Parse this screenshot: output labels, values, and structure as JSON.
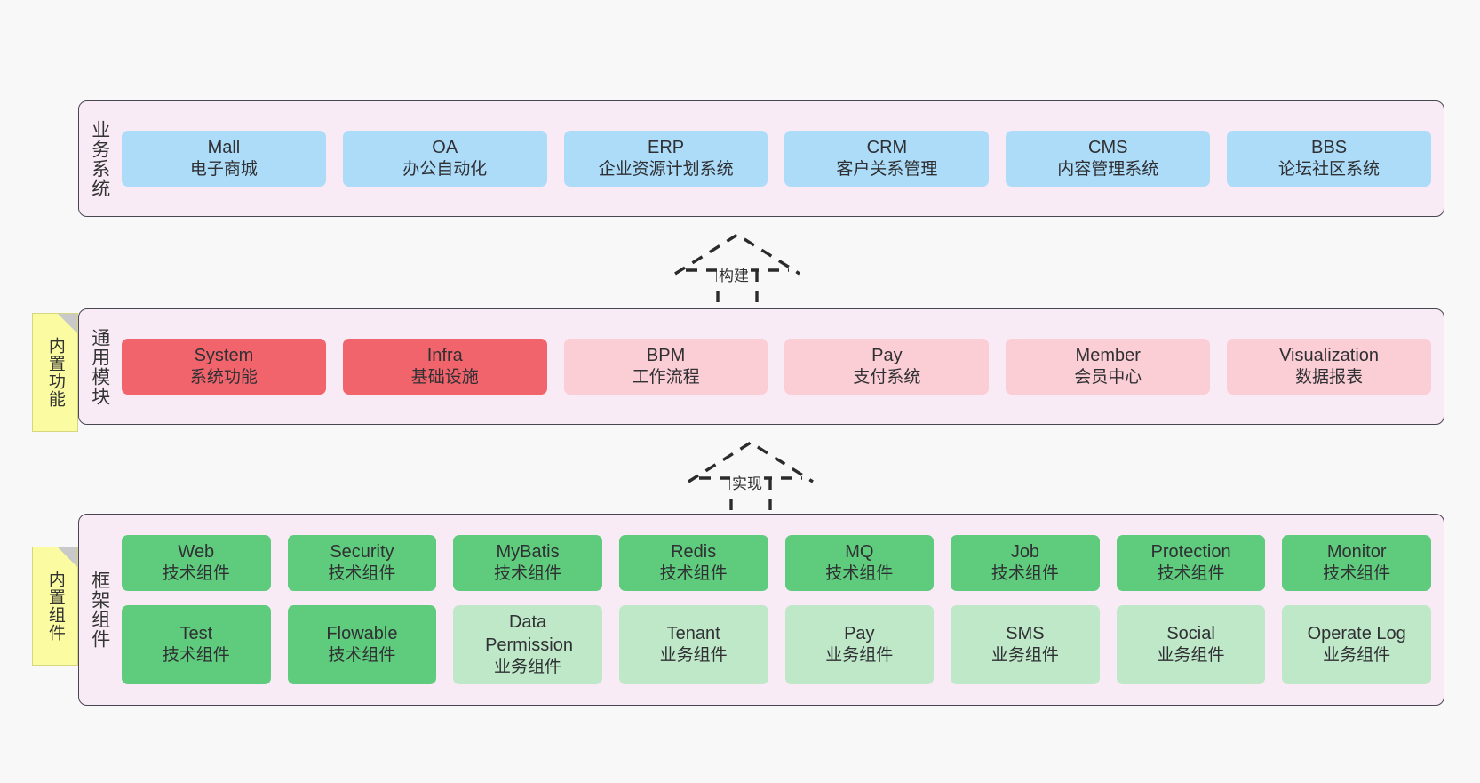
{
  "diagram": {
    "background_color": "#f8f8f8",
    "band_fill": "#f9ebf5",
    "band_border": "#4a4453",
    "note_fill": "#fbfba2"
  },
  "layers": [
    {
      "id": "business-systems",
      "title": "业务系统",
      "note": null,
      "rows": [
        {
          "cards": [
            {
              "name": "Mall",
              "sub": "电子商城",
              "color": "#addcf9",
              "style": "c-blue"
            },
            {
              "name": "OA",
              "sub": "办公自动化",
              "color": "#addcf9",
              "style": "c-blue"
            },
            {
              "name": "ERP",
              "sub": "企业资源计划系统",
              "color": "#addcf9",
              "style": "c-blue"
            },
            {
              "name": "CRM",
              "sub": "客户关系管理",
              "color": "#addcf9",
              "style": "c-blue"
            },
            {
              "name": "CMS",
              "sub": "内容管理系统",
              "color": "#addcf9",
              "style": "c-blue"
            },
            {
              "name": "BBS",
              "sub": "论坛社区系统",
              "color": "#addcf9",
              "style": "c-blue"
            }
          ]
        }
      ]
    },
    {
      "id": "common-modules",
      "title": "通用模块",
      "note": "内置功能",
      "rows": [
        {
          "cards": [
            {
              "name": "System",
              "sub": "系统功能",
              "color": "#f1646c",
              "style": "c-red"
            },
            {
              "name": "Infra",
              "sub": "基础设施",
              "color": "#f1646c",
              "style": "c-red"
            },
            {
              "name": "BPM",
              "sub": "工作流程",
              "color": "#fbcdd4",
              "style": "c-pink"
            },
            {
              "name": "Pay",
              "sub": "支付系统",
              "color": "#fbcdd4",
              "style": "c-pink"
            },
            {
              "name": "Member",
              "sub": "会员中心",
              "color": "#fbcdd4",
              "style": "c-pink"
            },
            {
              "name": "Visualization",
              "sub": "数据报表",
              "color": "#fbcdd4",
              "style": "c-pink"
            }
          ]
        }
      ]
    },
    {
      "id": "framework-components",
      "title": "框架组件",
      "note": "内置组件",
      "rows": [
        {
          "cards": [
            {
              "name": "Web",
              "sub": "技术组件",
              "color": "#5fcb7d",
              "style": "c-green"
            },
            {
              "name": "Security",
              "sub": "技术组件",
              "color": "#5fcb7d",
              "style": "c-green"
            },
            {
              "name": "MyBatis",
              "sub": "技术组件",
              "color": "#5fcb7d",
              "style": "c-green"
            },
            {
              "name": "Redis",
              "sub": "技术组件",
              "color": "#5fcb7d",
              "style": "c-green"
            },
            {
              "name": "MQ",
              "sub": "技术组件",
              "color": "#5fcb7d",
              "style": "c-green"
            },
            {
              "name": "Job",
              "sub": "技术组件",
              "color": "#5fcb7d",
              "style": "c-green"
            },
            {
              "name": "Protection",
              "sub": "技术组件",
              "color": "#5fcb7d",
              "style": "c-green"
            },
            {
              "name": "Monitor",
              "sub": "技术组件",
              "color": "#5fcb7d",
              "style": "c-green"
            }
          ]
        },
        {
          "cards": [
            {
              "name": "Test",
              "sub": "技术组件",
              "color": "#5fcb7d",
              "style": "c-green"
            },
            {
              "name": "Flowable",
              "sub": "技术组件",
              "color": "#5fcb7d",
              "style": "c-green"
            },
            {
              "name": "Data Permission",
              "sub": "业务组件",
              "color": "#bfe8c9",
              "style": "c-lightgreen"
            },
            {
              "name": "Tenant",
              "sub": "业务组件",
              "color": "#bfe8c9",
              "style": "c-lightgreen"
            },
            {
              "name": "Pay",
              "sub": "业务组件",
              "color": "#bfe8c9",
              "style": "c-lightgreen"
            },
            {
              "name": "SMS",
              "sub": "业务组件",
              "color": "#bfe8c9",
              "style": "c-lightgreen"
            },
            {
              "name": "Social",
              "sub": "业务组件",
              "color": "#bfe8c9",
              "style": "c-lightgreen"
            },
            {
              "name": "Operate Log",
              "sub": "业务组件",
              "color": "#bfe8c9",
              "style": "c-lightgreen"
            }
          ]
        }
      ]
    }
  ],
  "connectors": [
    {
      "id": "build",
      "label": "构建",
      "from": "common-modules",
      "to": "business-systems"
    },
    {
      "id": "implement",
      "label": "实现",
      "from": "framework-components",
      "to": "common-modules"
    }
  ]
}
